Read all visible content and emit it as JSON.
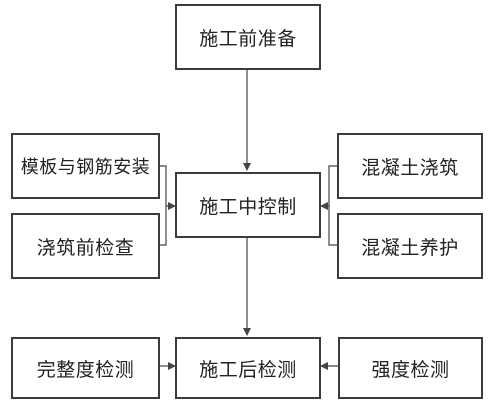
{
  "nodes": {
    "prepare": "施工前准备",
    "formwork": "模板与钢筋安装",
    "pre_pour_check": "浇筑前检查",
    "in_control": "施工中控制",
    "pour": "混凝土浇筑",
    "cure": "混凝土养护",
    "integrity_test": "完整度检测",
    "post_test": "施工后检测",
    "strength_test": "强度检测"
  },
  "edges": [
    {
      "from": "施工前准备",
      "to": "施工中控制"
    },
    {
      "from": "模板与钢筋安装",
      "to": "施工中控制"
    },
    {
      "from": "浇筑前检查",
      "to": "施工中控制"
    },
    {
      "from": "混凝土浇筑",
      "to": "施工中控制"
    },
    {
      "from": "混凝土养护",
      "to": "施工中控制"
    },
    {
      "from": "施工中控制",
      "to": "施工后检测"
    },
    {
      "from": "完整度检测",
      "to": "施工后检测"
    },
    {
      "from": "强度检测",
      "to": "施工后检测"
    }
  ],
  "colors": {
    "stroke": "#3c3c3c",
    "text": "#222222",
    "background": "#ffffff"
  }
}
